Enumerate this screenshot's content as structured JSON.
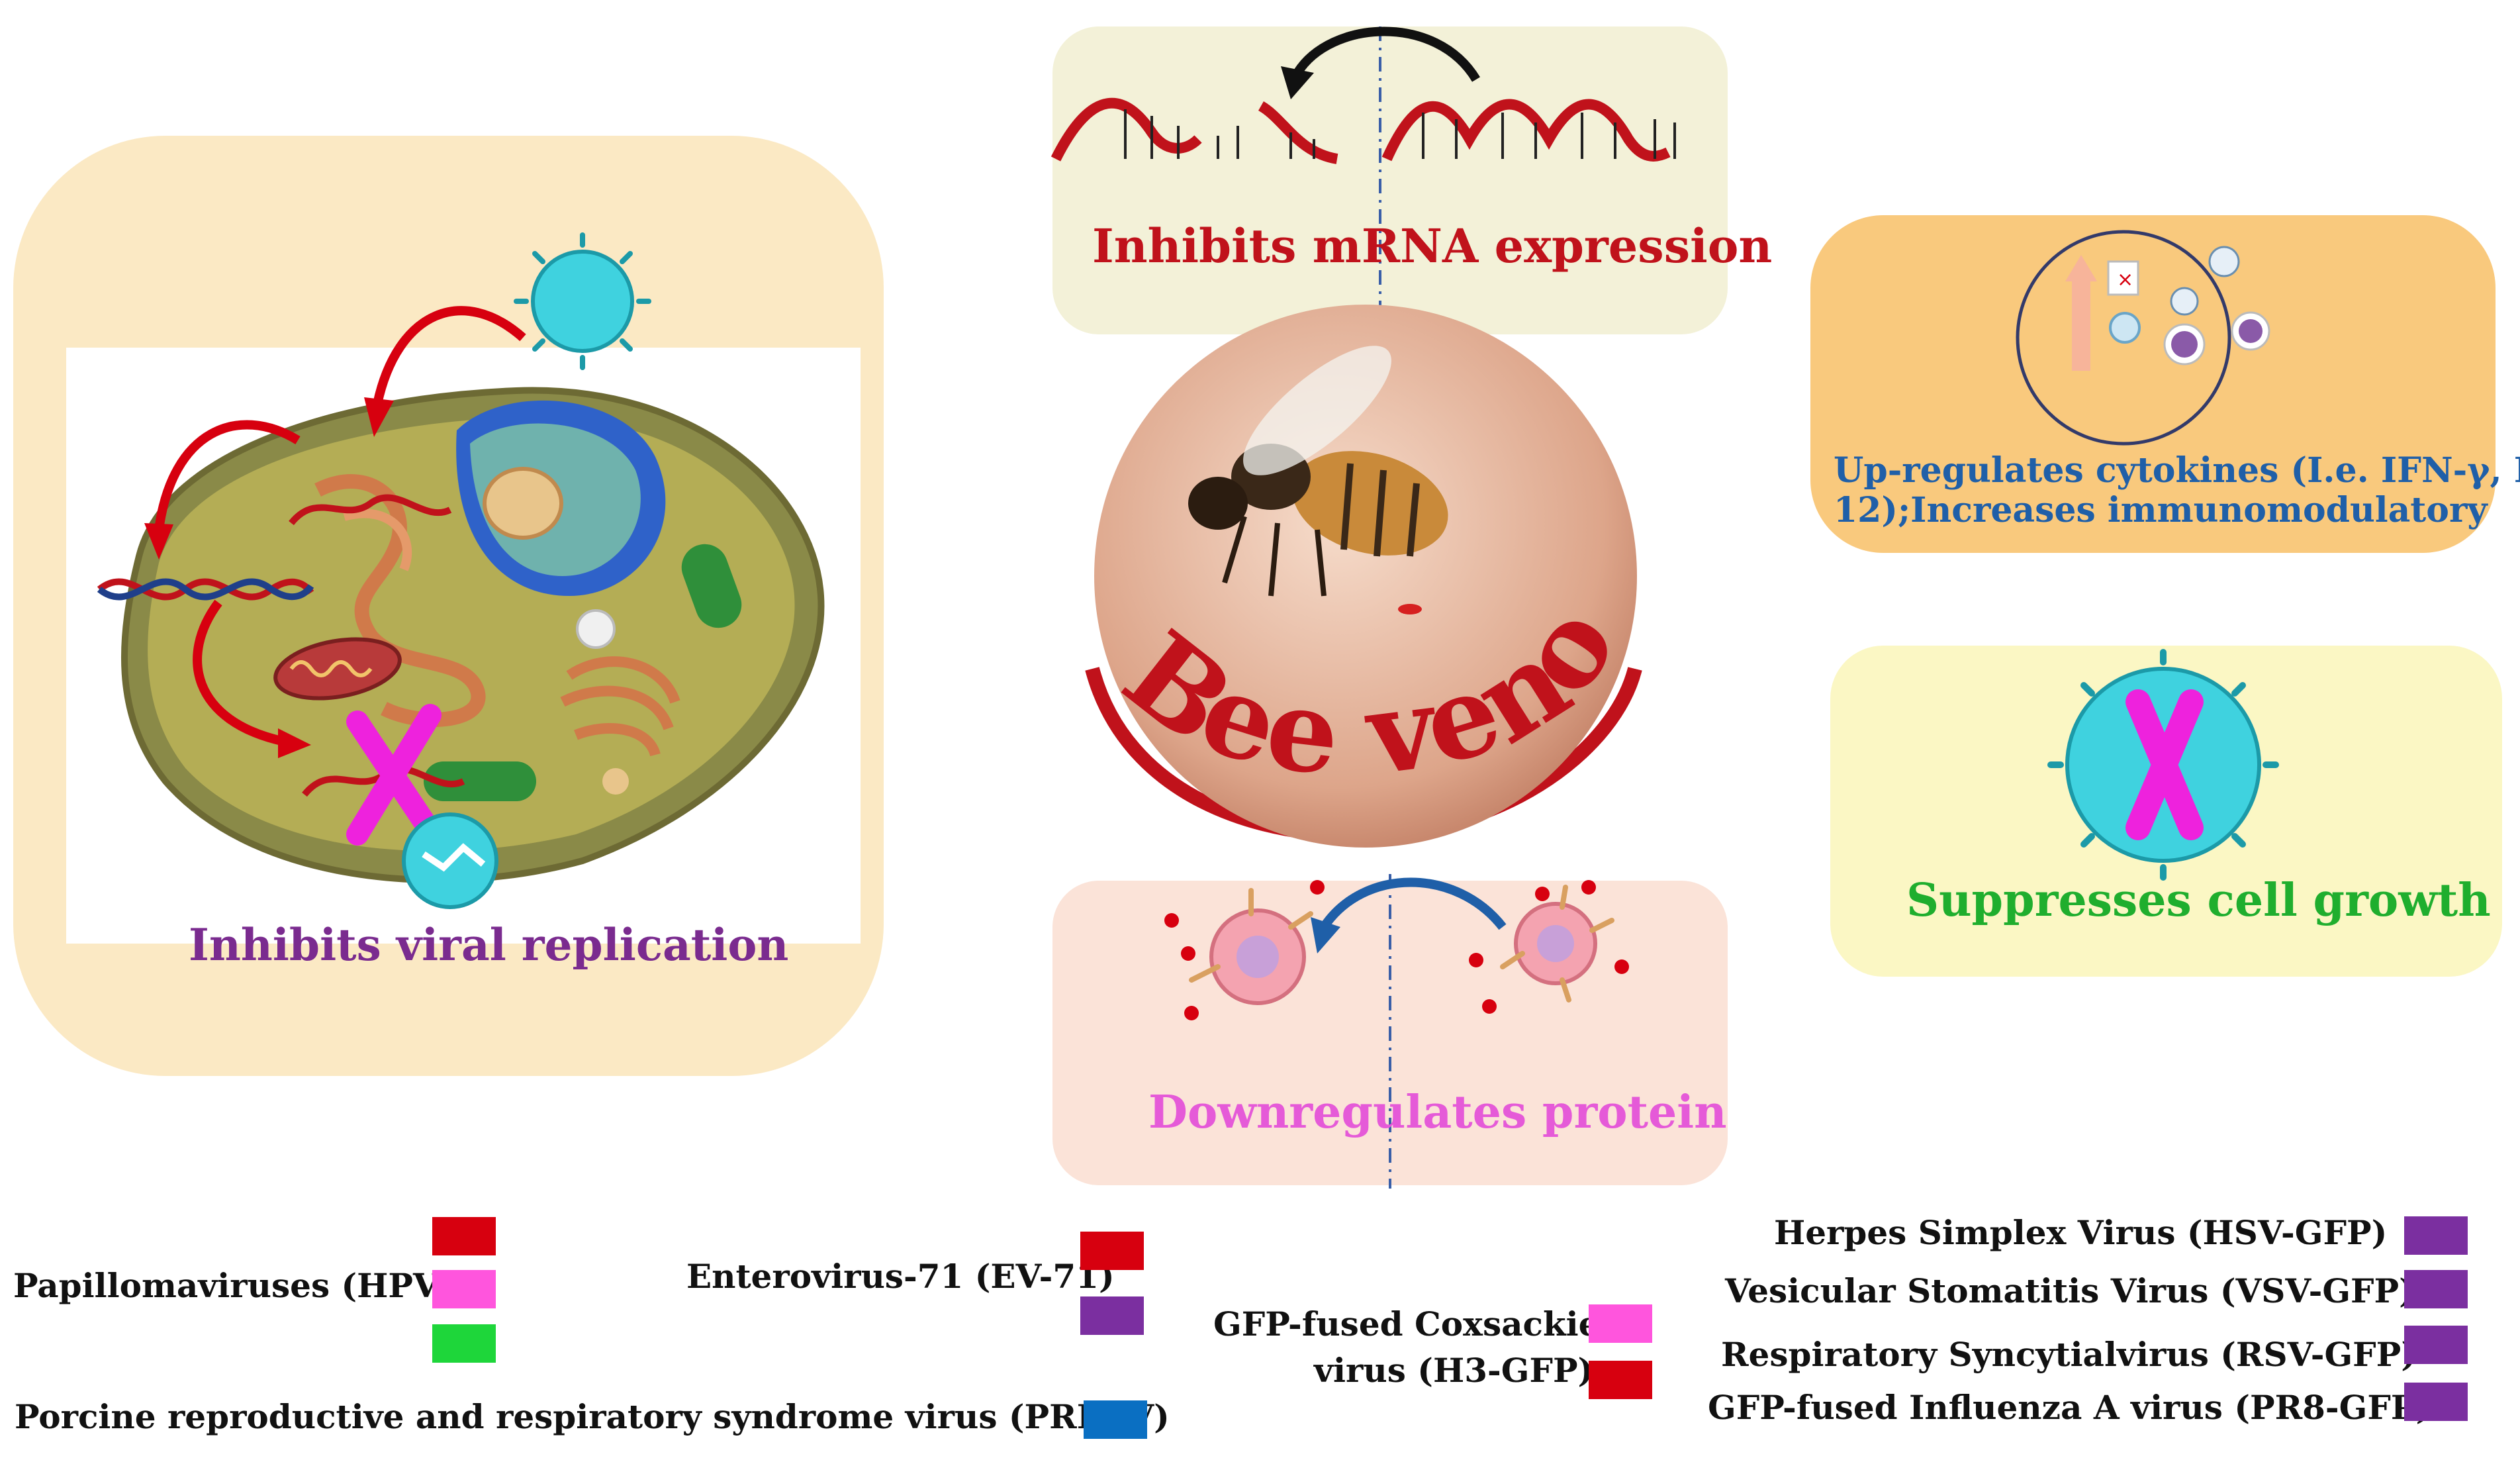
{
  "panels": {
    "viral": {
      "label": "Inhibits viral replication",
      "color": "#7a2b8f"
    },
    "mrna": {
      "label": "Inhibits mRNA expression",
      "color": "#c0121b"
    },
    "cytokines": {
      "label_line1": "Up-regulates cytokines (I.e. IFN-γ, IL-",
      "label_line2": "12);Increases immunomodulatory",
      "color": "#1f5fa8"
    },
    "growth": {
      "label": "Suppresses cell growth",
      "color": "#1fae2e"
    },
    "protein": {
      "label": "Downregulates  protein",
      "color": "#e55ad8"
    },
    "center": {
      "label": "Bee venom",
      "color": "#c0121b"
    }
  },
  "legend": {
    "hpv": {
      "label": "Papillomaviruses (HPV)",
      "colors": [
        "#d7000f",
        "#ff55dd",
        "#1ed63a"
      ]
    },
    "prrsv": {
      "label": "Porcine reproductive and respiratory syndrome virus (PRRSV)",
      "colors": [
        "#0a6fc2"
      ]
    },
    "ev71": {
      "label": "Enterovirus-71 (EV-71)",
      "colors": [
        "#d7000f",
        "#7b2fa0"
      ]
    },
    "h3gfp": {
      "label_line1": "GFP-fused Coxsackie",
      "label_line2": "virus (H3-GFP)",
      "colors": [
        "#ff55dd",
        "#d7000f"
      ]
    },
    "hsv": {
      "label": "Herpes Simplex Virus (HSV-GFP)",
      "colors": [
        "#7b2fa0"
      ]
    },
    "vsv": {
      "label": "Vesicular Stomatitis Virus (VSV-GFP)",
      "colors": [
        "#7b2fa0"
      ]
    },
    "rsv": {
      "label": "Respiratory Syncytialvirus (RSV-GFP)",
      "colors": [
        "#7b2fa0"
      ]
    },
    "pr8": {
      "label": "GFP-fused Influenza A virus (PR8-GFP)",
      "colors": [
        "#7b2fa0"
      ]
    }
  }
}
